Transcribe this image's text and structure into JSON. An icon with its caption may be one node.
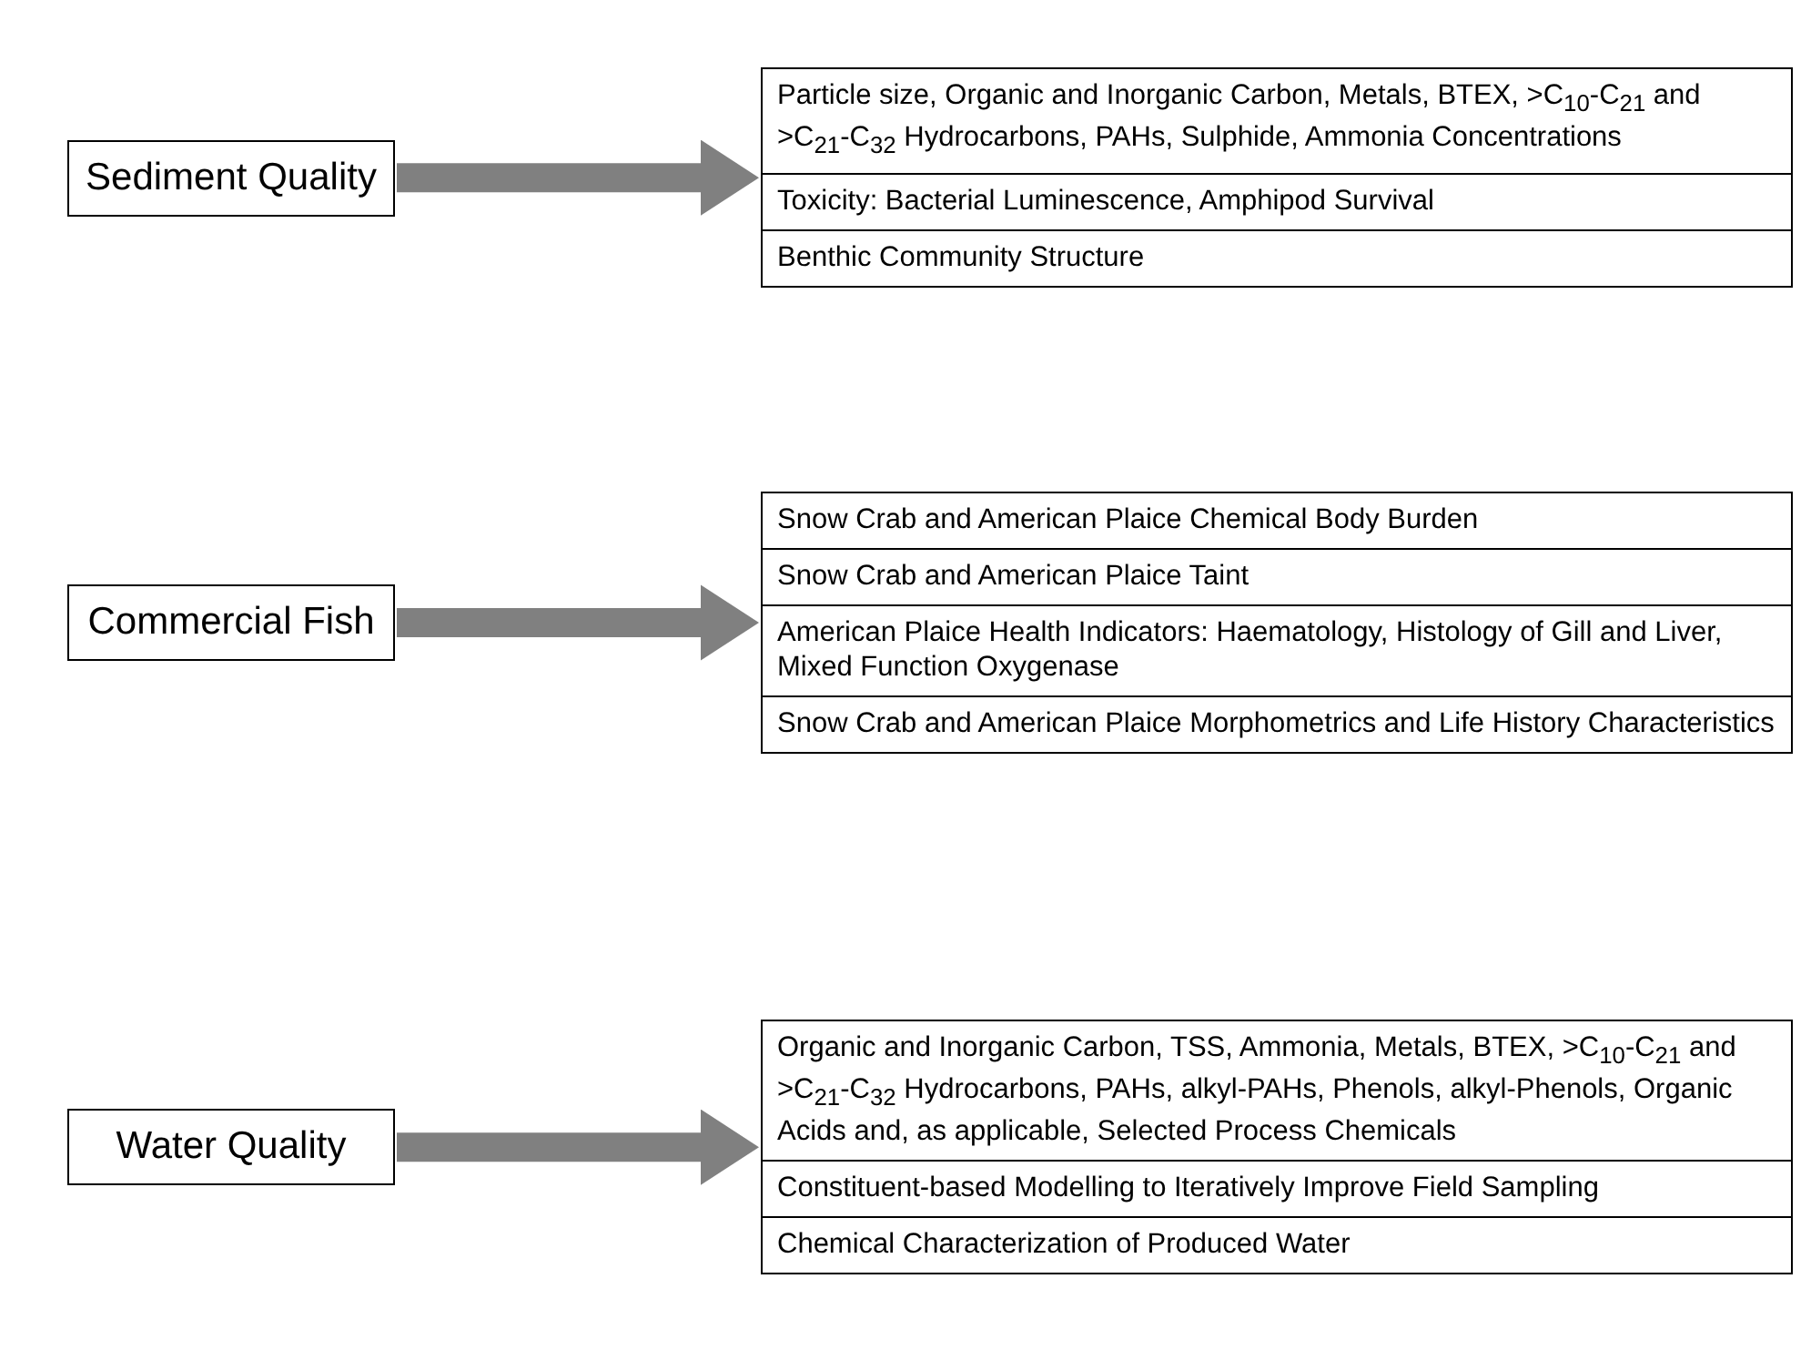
{
  "diagram": {
    "nodes": [
      {
        "text": [
          "Sediment Quality"
        ]
      },
      {
        "text": [],
        "shape": "box"
      },
      {
        "text": [
          "Particle size, Organic and Inorganic Carbon, Metals, BTEX, >C$_{10}$-C$_{21}$ and >C$_{21}$-C$_{32}$ Hydrocarbons, PAHs, Sulphide, Ammonia Concentrations"
        ],
        "in": 1
      },
      {
        "text": [
          "Toxicity: Bacterial Luminescence, Amphipod Survival"
        ],
        "in": 1
      },
      {
        "text": [
          "Benthic Community Structure"
        ],
        "in": 1
      },
      {
        "text": [
          "Commercial Fish"
        ]
      },
      {
        "text": [],
        "shape": "box"
      },
      {
        "text": [
          "Snow Crab and American Plaice Chemical Body Burden"
        ],
        "in": 6
      },
      {
        "text": [
          "Snow Crab and American Plaice Taint"
        ],
        "in": 6
      },
      {
        "text": [
          "American Plaice Health Indicators: Haematology, Histology of Gill and Liver, Mixed Function Oxygenase"
        ],
        "in": 6
      },
      {
        "text": [
          "Snow Crab and American Plaice Morphometrics and Life History Characteristics"
        ],
        "in": 6
      },
      {
        "text": [
          "Water Quality"
        ]
      },
      {
        "text": [],
        "shape": "box"
      },
      {
        "text": [
          "Organic and Inorganic Carbon, TSS, Ammonia, Metals, BTEX, >C$_{10}$-C$_{21}$ and >C$_{21}$-C$_{32}$ Hydrocarbons, PAHs, alkyl-PAHs, Phenols, alkyl-Phenols, Organic Acids and, as applicable, Selected Process Chemicals"
        ],
        "in": 12
      },
      {
        "text": [
          "Constituent-based Modelling to Iteratively Improve Field Sampling"
        ],
        "in": 12
      },
      {
        "text": [
          "Chemical Characterization of Produced Water"
        ],
        "in": 12
      }
    ],
    "edges": [
      {
        "from": 0,
        "to": 1,
        "arrow": "to"
      },
      {
        "from": 5,
        "to": 6,
        "arrow": "to"
      },
      {
        "from": 11,
        "to": 12,
        "arrow": "to"
      }
    ]
  }
}
